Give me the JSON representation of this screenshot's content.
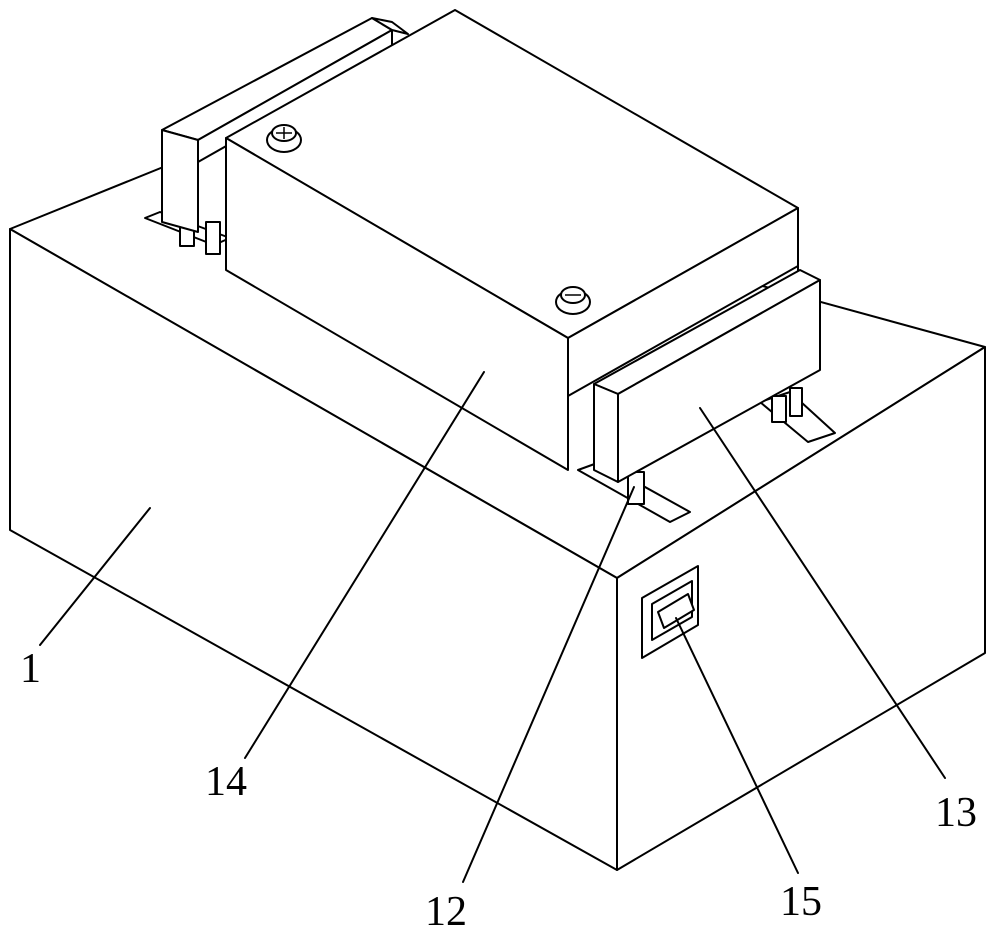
{
  "labels": {
    "housing": "1",
    "top_box": "14",
    "rail_support": "12",
    "rail": "13",
    "switch": "15"
  }
}
